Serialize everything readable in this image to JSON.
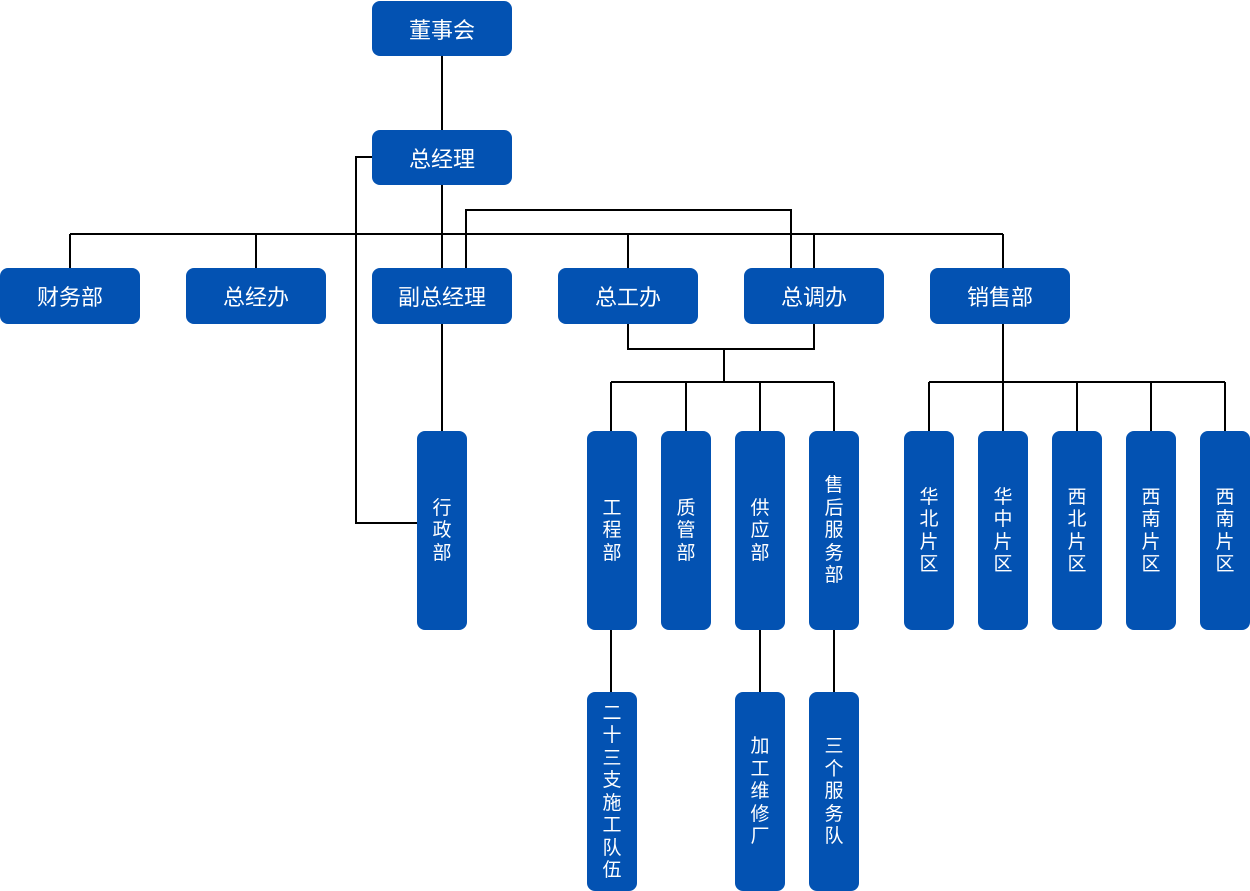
{
  "colors": {
    "node_fill": "#0352b2",
    "node_text": "#ffffff",
    "line": "#000000"
  },
  "nodes": {
    "board": "董事会",
    "gm": "总经理",
    "finance": "财务部",
    "gm_office": "总经办",
    "deputy_gm": "副总经理",
    "chief_engineer_office": "总工办",
    "dispatch_office": "总调办",
    "sales": "销售部",
    "admin": "行政部",
    "engineering": "工程部",
    "quality": "质管部",
    "supply": "供应部",
    "after_sales": "售后服务部",
    "north_china": "华北片区",
    "central_china": "华中片区",
    "northwest": "西北片区",
    "southwest_1": "西南片区",
    "southwest_2": "西南片区",
    "construction_teams": "二十三支施工队伍",
    "processing_plant": "加工维修厂",
    "service_teams": "三个服务队"
  }
}
